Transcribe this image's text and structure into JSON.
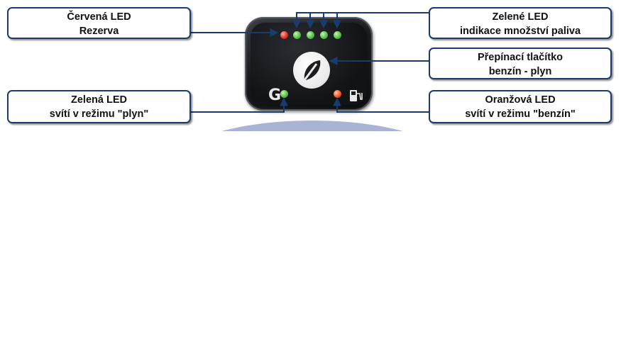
{
  "callouts": {
    "red_led": {
      "line1": "Červená LED",
      "line2": "Rezerva"
    },
    "green_leds": {
      "line1": "Zelené LED",
      "line2": "indikace množství paliva"
    },
    "switch_button": {
      "line1": "Přepínací tlačítko",
      "line2": "benzín - plyn"
    },
    "gas_led": {
      "line1": "Zelená LED",
      "line2": "svítí v režimu \"plyn\""
    },
    "petrol_led": {
      "line1": "Oranžová  LED",
      "line2": "svítí v režimu \"benzín\""
    }
  },
  "device": {
    "gas_label": "G",
    "fuel_level_leds": 4,
    "colors": {
      "red_led": "#e0342a",
      "green_led": "#58c24a",
      "orange_led": "#f05a24",
      "body": "#16181b",
      "frame": "#1a3b6e",
      "dome": "#a9b3d3"
    },
    "icons": [
      "logo-icon",
      "fuel-pump-icon"
    ]
  }
}
